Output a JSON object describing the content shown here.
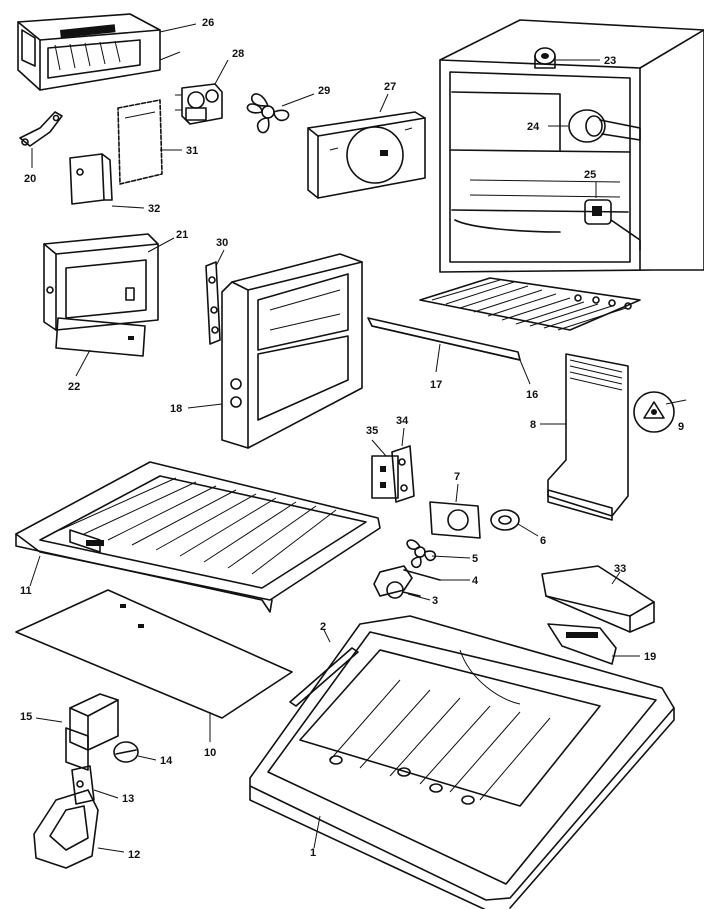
{
  "diagram": {
    "callouts": [
      {
        "id": "c1",
        "text": "1"
      },
      {
        "id": "c2",
        "text": "2"
      },
      {
        "id": "c3",
        "text": "3"
      },
      {
        "id": "c4",
        "text": "4"
      },
      {
        "id": "c5",
        "text": "5"
      },
      {
        "id": "c6",
        "text": "6"
      },
      {
        "id": "c7",
        "text": "7"
      },
      {
        "id": "c8",
        "text": "8"
      },
      {
        "id": "c9",
        "text": "9"
      },
      {
        "id": "c10",
        "text": "10"
      },
      {
        "id": "c11",
        "text": "11"
      },
      {
        "id": "c12",
        "text": "12"
      },
      {
        "id": "c13",
        "text": "13"
      },
      {
        "id": "c14",
        "text": "14"
      },
      {
        "id": "c15",
        "text": "15"
      },
      {
        "id": "c16",
        "text": "16"
      },
      {
        "id": "c17",
        "text": "17"
      },
      {
        "id": "c18",
        "text": "18"
      },
      {
        "id": "c19",
        "text": "19"
      },
      {
        "id": "c20",
        "text": "20"
      },
      {
        "id": "c21",
        "text": "21"
      },
      {
        "id": "c22",
        "text": "22"
      },
      {
        "id": "c23",
        "text": "23"
      },
      {
        "id": "c24",
        "text": "24"
      },
      {
        "id": "c25",
        "text": "25"
      },
      {
        "id": "c26",
        "text": "26"
      },
      {
        "id": "c27",
        "text": "27"
      },
      {
        "id": "c28",
        "text": "28"
      },
      {
        "id": "c29",
        "text": "29"
      },
      {
        "id": "c30",
        "text": "30"
      },
      {
        "id": "c31",
        "text": "31"
      },
      {
        "id": "c32",
        "text": "32"
      },
      {
        "id": "c33",
        "text": "33"
      },
      {
        "id": "c34",
        "text": "34"
      },
      {
        "id": "c35",
        "text": "35"
      }
    ]
  }
}
